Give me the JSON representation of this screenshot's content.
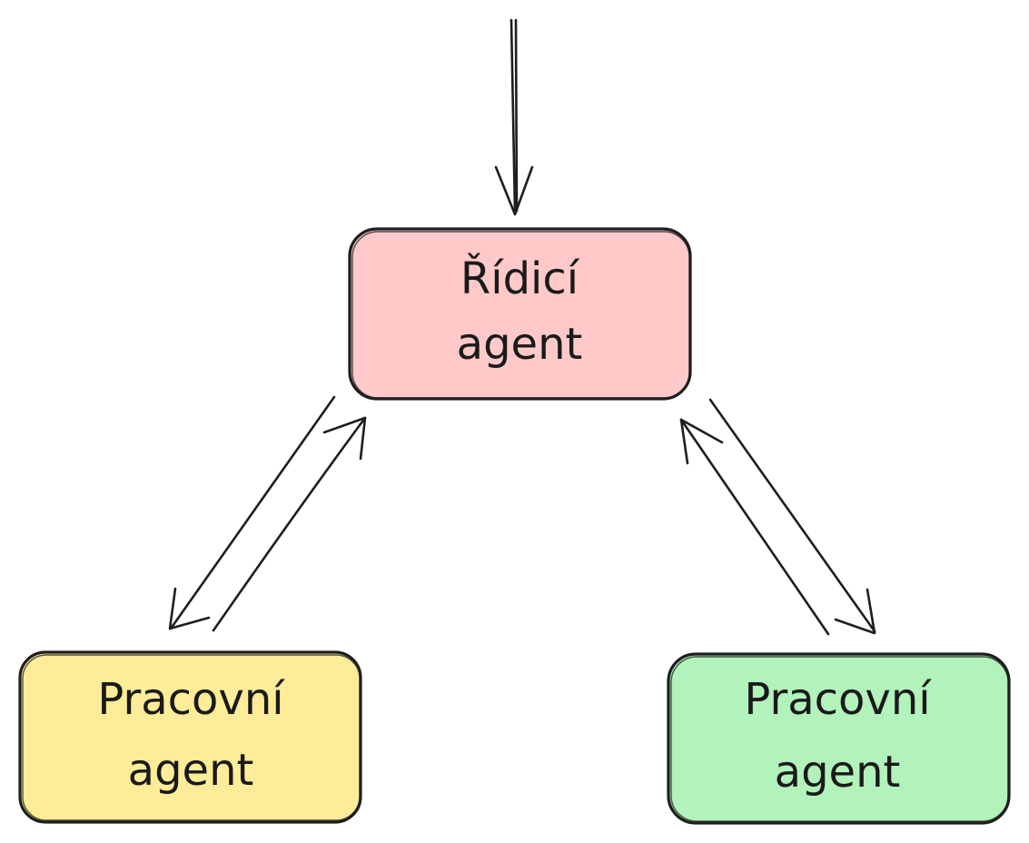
{
  "nodes": {
    "controller": {
      "line1": "Řídicí",
      "line2": "agent",
      "fill": "#ffc9c9"
    },
    "worker_left": {
      "line1": "Pracovní",
      "line2": "agent",
      "fill": "#ffec99"
    },
    "worker_right": {
      "line1": "Pracovní",
      "line2": "agent",
      "fill": "#b2f2bb"
    }
  },
  "stroke_color": "#1e1e1e"
}
